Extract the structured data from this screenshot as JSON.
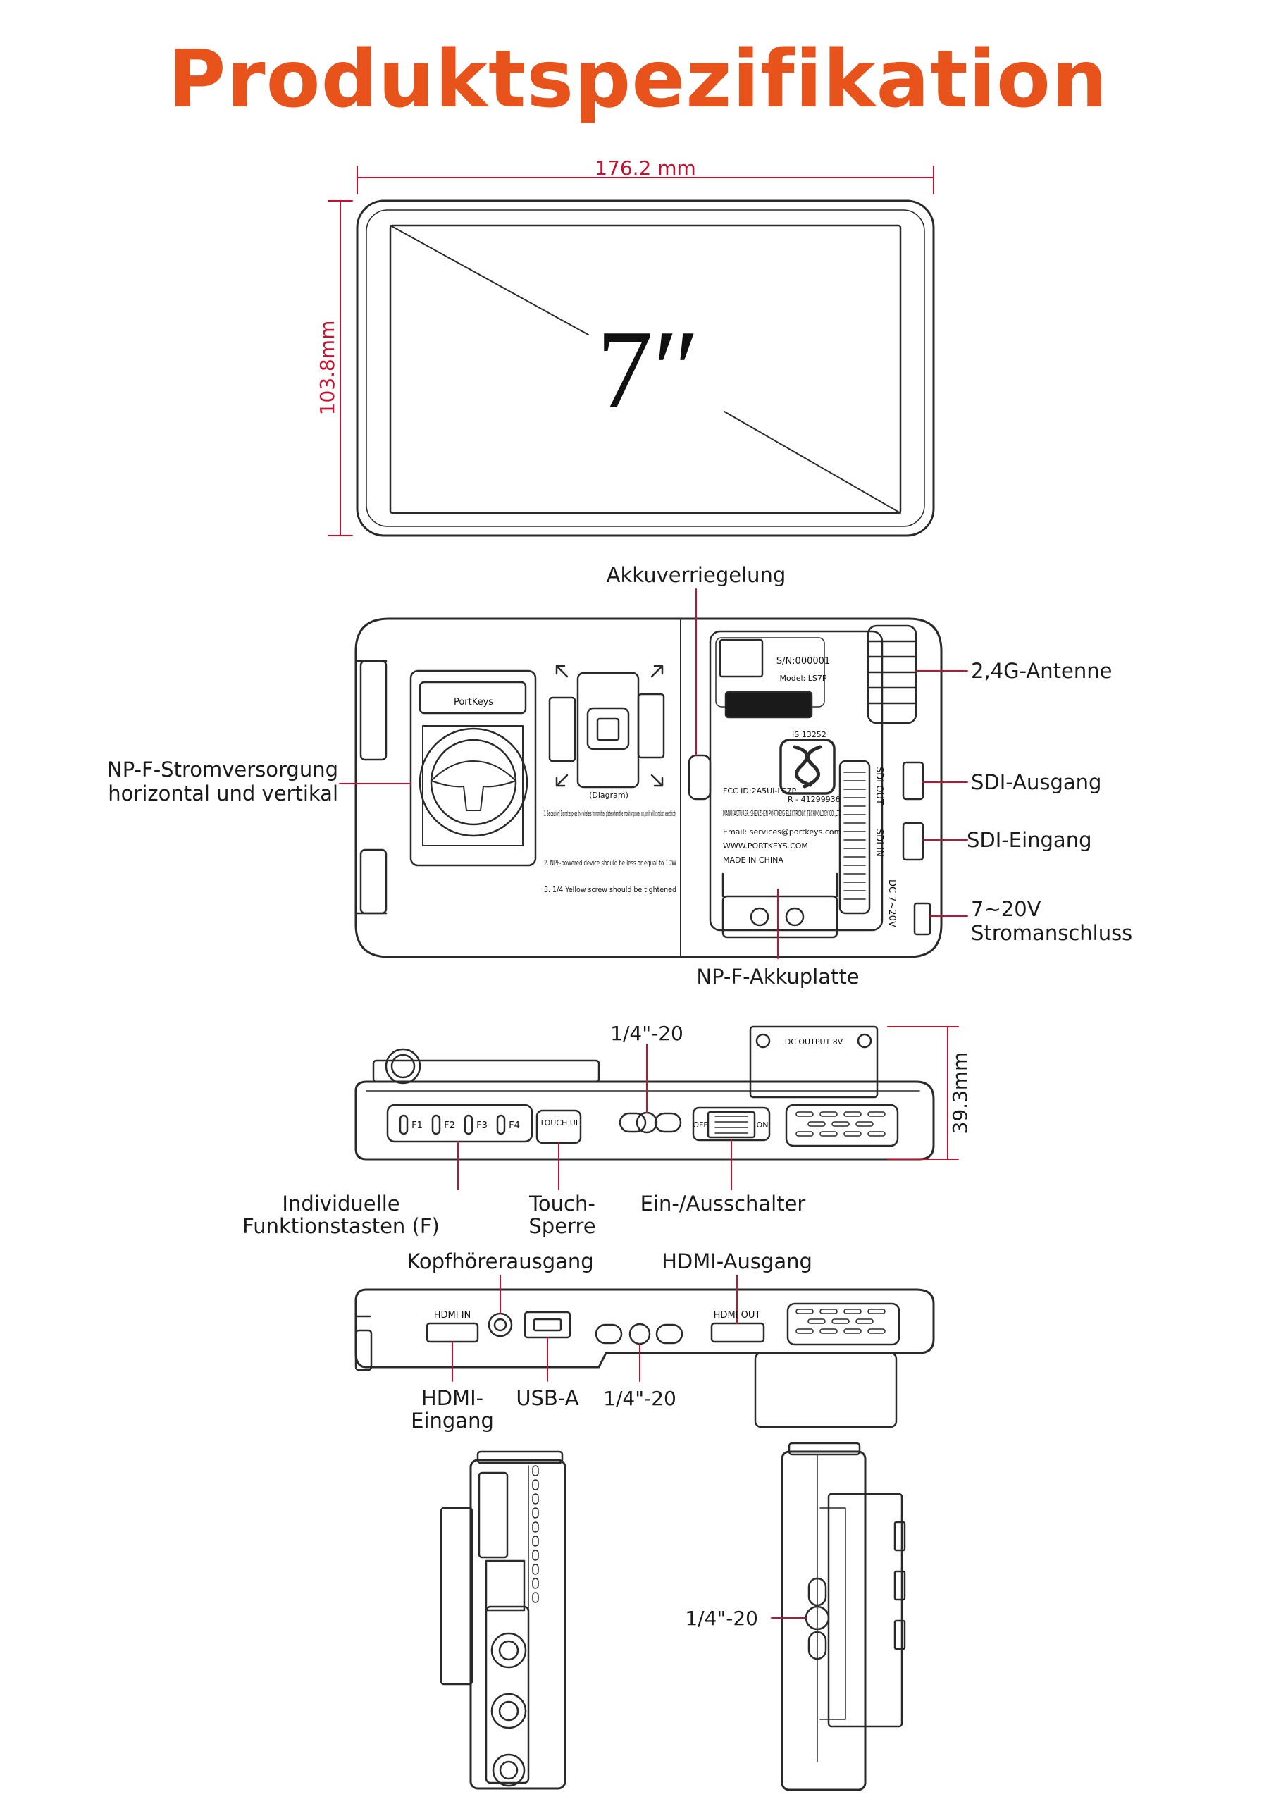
{
  "title": "Produktspezifikation",
  "colors": {
    "title": "#e8531b",
    "dimension": "#c8102e",
    "line": "#2a2a2a"
  },
  "front": {
    "width": "176.2 mm",
    "height": "103.8mm",
    "screen": "7″"
  },
  "back_labels": {
    "lock": "Akkuverriegelung",
    "antenna": "2,4G-Antenne",
    "npf_1": "NP-F-Stromversorgung",
    "npf_2": "horizontal und vertikal",
    "sdi_out": "SDI-Ausgang",
    "sdi_in": "SDI-Eingang",
    "power_1": "7~20V",
    "power_2": "Stromanschluss",
    "plate": "NP-F-Akkuplatte"
  },
  "back_sticker": {
    "brand": "PortKeys",
    "sn": "S/N:000001",
    "model": "Model: LS7P",
    "is": "IS 13252",
    "r": "R - 41299936",
    "fcc": "FCC ID:2A5UI-LS7P",
    "manufacturer": "MANUFACTURER: SHENZHEN PORTKEYS ELECTRONIC TECHNOLOGY CO.,LTD",
    "email": "Email: services@portkeys.com",
    "web": "WWW.PORTKEYS.COM",
    "made": "MADE IN CHINA",
    "diagram": "(Diagram)",
    "note1": "1. Be caution! Do not expose the wireless transmitter plate when the monitor power on, or it will conduct electricity",
    "note2": "2. NPF-powered device should be less or equal to 10W",
    "note3": "3. 1/4 Yellow screw should be tightened",
    "port_sdi_out": "SDI OUT",
    "port_sdi_in": "SDI IN",
    "port_dc": "DC 7~20V"
  },
  "top_view": {
    "thread": "1/4\"-20",
    "depth": "39.3mm",
    "dc_output": "DC OUTPUT 8V",
    "keys": [
      "F1",
      "F2",
      "F3",
      "F4"
    ],
    "touch": "TOUCH UI",
    "off": "OFF",
    "on": "ON",
    "fn_1": "Individuelle",
    "fn_2": "Funktionstasten (F)",
    "touch_1": "Touch-",
    "touch_2": "Sperre",
    "power": "Ein-/Ausschalter"
  },
  "bottom_view": {
    "headphone": "Kopfhörerausgang",
    "hdmi_out": "HDMI-Ausgang",
    "hdmi_in_1": "HDMI-",
    "hdmi_in_2": "Eingang",
    "usb": "USB-A",
    "thread": "1/4\"-20",
    "port_hdmi_in": "HDMI IN",
    "port_hdmi_out": "HDMI OUT"
  },
  "side_view": {
    "thread": "1/4\"-20"
  }
}
